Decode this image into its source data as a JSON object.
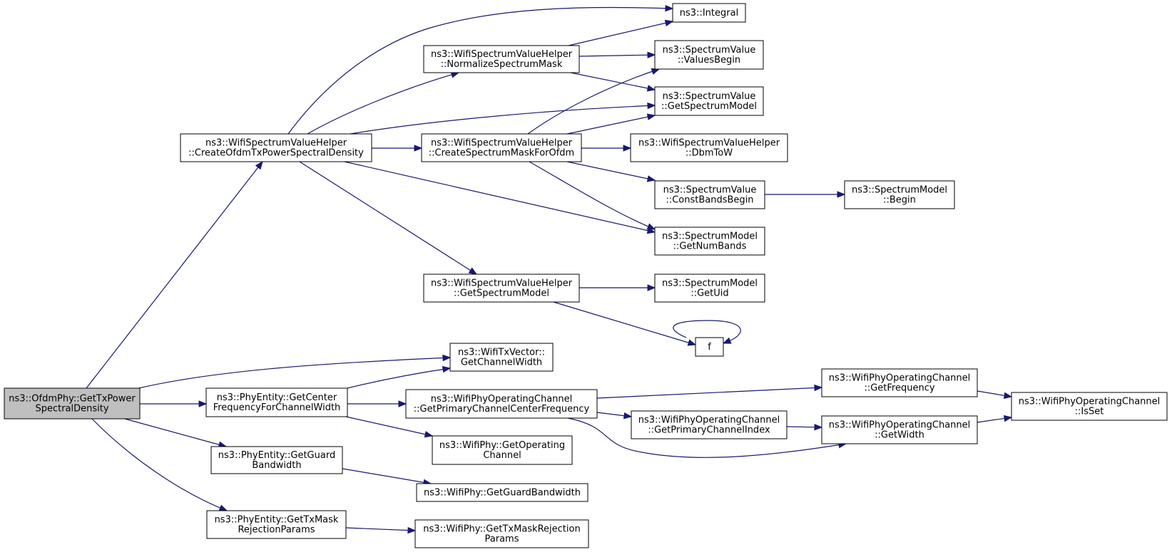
{
  "colors": {
    "edge": "#191970",
    "root_fill": "#bfbfbf",
    "node_fill": "#ffffff",
    "border": "#000000"
  },
  "nodes": [
    {
      "id": "root",
      "lines": [
        "ns3::OfdmPhy::GetTxPower",
        "SpectralDensity"
      ],
      "root": true
    },
    {
      "id": "createOfdm",
      "lines": [
        "ns3::WifiSpectrumValueHelper",
        "::CreateOfdmTxPowerSpectralDensity"
      ]
    },
    {
      "id": "integral",
      "lines": [
        "ns3::Integral"
      ]
    },
    {
      "id": "normalize",
      "lines": [
        "ns3::WifiSpectrumValueHelper",
        "::NormalizeSpectrumMask"
      ]
    },
    {
      "id": "valuesBegin",
      "lines": [
        "ns3::SpectrumValue",
        "::ValuesBegin"
      ]
    },
    {
      "id": "svGetModel",
      "lines": [
        "ns3::SpectrumValue",
        "::GetSpectrumModel"
      ]
    },
    {
      "id": "createMask",
      "lines": [
        "ns3::WifiSpectrumValueHelper",
        "::CreateSpectrumMaskForOfdm"
      ]
    },
    {
      "id": "dbmToW",
      "lines": [
        "ns3::WifiSpectrumValueHelper",
        "::DbmToW"
      ]
    },
    {
      "id": "constBands",
      "lines": [
        "ns3::SpectrumValue",
        "::ConstBandsBegin"
      ]
    },
    {
      "id": "smBegin",
      "lines": [
        "ns3::SpectrumModel",
        "::Begin"
      ]
    },
    {
      "id": "numBands",
      "lines": [
        "ns3::SpectrumModel",
        "::GetNumBands"
      ]
    },
    {
      "id": "wsvhGetModel",
      "lines": [
        "ns3::WifiSpectrumValueHelper",
        "::GetSpectrumModel"
      ]
    },
    {
      "id": "getUid",
      "lines": [
        "ns3::SpectrumModel",
        "::GetUid"
      ]
    },
    {
      "id": "f",
      "lines": [
        "f"
      ]
    },
    {
      "id": "chanWidth",
      "lines": [
        "ns3::WifiTxVector::",
        "GetChannelWidth"
      ]
    },
    {
      "id": "centerFreq",
      "lines": [
        "ns3::PhyEntity::GetCenter",
        "FrequencyForChannelWidth"
      ]
    },
    {
      "id": "primaryCenter",
      "lines": [
        "ns3::WifiPhyOperatingChannel",
        "::GetPrimaryChannelCenterFrequency"
      ]
    },
    {
      "id": "getFrequency",
      "lines": [
        "ns3::WifiPhyOperatingChannel",
        "::GetFrequency"
      ]
    },
    {
      "id": "isSet",
      "lines": [
        "ns3::WifiPhyOperatingChannel",
        "::IsSet"
      ]
    },
    {
      "id": "primaryIndex",
      "lines": [
        "ns3::WifiPhyOperatingChannel",
        "::GetPrimaryChannelIndex"
      ]
    },
    {
      "id": "getWidth",
      "lines": [
        "ns3::WifiPhyOperatingChannel",
        "::GetWidth"
      ]
    },
    {
      "id": "getOperating",
      "lines": [
        "ns3::WifiPhy::GetOperating",
        "Channel"
      ]
    },
    {
      "id": "guardBw",
      "lines": [
        "ns3::PhyEntity::GetGuard",
        "Bandwidth"
      ]
    },
    {
      "id": "phyGuardBw",
      "lines": [
        "ns3::WifiPhy::GetGuardBandwidth"
      ]
    },
    {
      "id": "txMask",
      "lines": [
        "ns3::PhyEntity::GetTxMask",
        "RejectionParams"
      ]
    },
    {
      "id": "phyTxMask",
      "lines": [
        "ns3::WifiPhy::GetTxMaskRejection",
        "Params"
      ]
    }
  ],
  "edges": [
    {
      "from": "root",
      "to": "createOfdm"
    },
    {
      "from": "root",
      "to": "chanWidth"
    },
    {
      "from": "root",
      "to": "centerFreq"
    },
    {
      "from": "root",
      "to": "guardBw"
    },
    {
      "from": "root",
      "to": "txMask"
    },
    {
      "from": "createOfdm",
      "to": "integral"
    },
    {
      "from": "createOfdm",
      "to": "normalize"
    },
    {
      "from": "createOfdm",
      "to": "svGetModel"
    },
    {
      "from": "createOfdm",
      "to": "createMask"
    },
    {
      "from": "createOfdm",
      "to": "numBands"
    },
    {
      "from": "createOfdm",
      "to": "wsvhGetModel"
    },
    {
      "from": "normalize",
      "to": "integral"
    },
    {
      "from": "normalize",
      "to": "valuesBegin"
    },
    {
      "from": "normalize",
      "to": "svGetModel"
    },
    {
      "from": "createMask",
      "to": "valuesBegin"
    },
    {
      "from": "createMask",
      "to": "svGetModel"
    },
    {
      "from": "createMask",
      "to": "dbmToW"
    },
    {
      "from": "createMask",
      "to": "constBands"
    },
    {
      "from": "createMask",
      "to": "numBands"
    },
    {
      "from": "constBands",
      "to": "smBegin"
    },
    {
      "from": "wsvhGetModel",
      "to": "getUid"
    },
    {
      "from": "wsvhGetModel",
      "to": "f"
    },
    {
      "from": "f",
      "to": "f"
    },
    {
      "from": "centerFreq",
      "to": "chanWidth"
    },
    {
      "from": "centerFreq",
      "to": "primaryCenter"
    },
    {
      "from": "centerFreq",
      "to": "getOperating"
    },
    {
      "from": "primaryCenter",
      "to": "getFrequency"
    },
    {
      "from": "primaryCenter",
      "to": "primaryIndex"
    },
    {
      "from": "primaryCenter",
      "to": "getWidth"
    },
    {
      "from": "getFrequency",
      "to": "isSet"
    },
    {
      "from": "primaryIndex",
      "to": "getWidth"
    },
    {
      "from": "getWidth",
      "to": "isSet"
    },
    {
      "from": "guardBw",
      "to": "phyGuardBw"
    },
    {
      "from": "txMask",
      "to": "phyTxMask"
    }
  ]
}
